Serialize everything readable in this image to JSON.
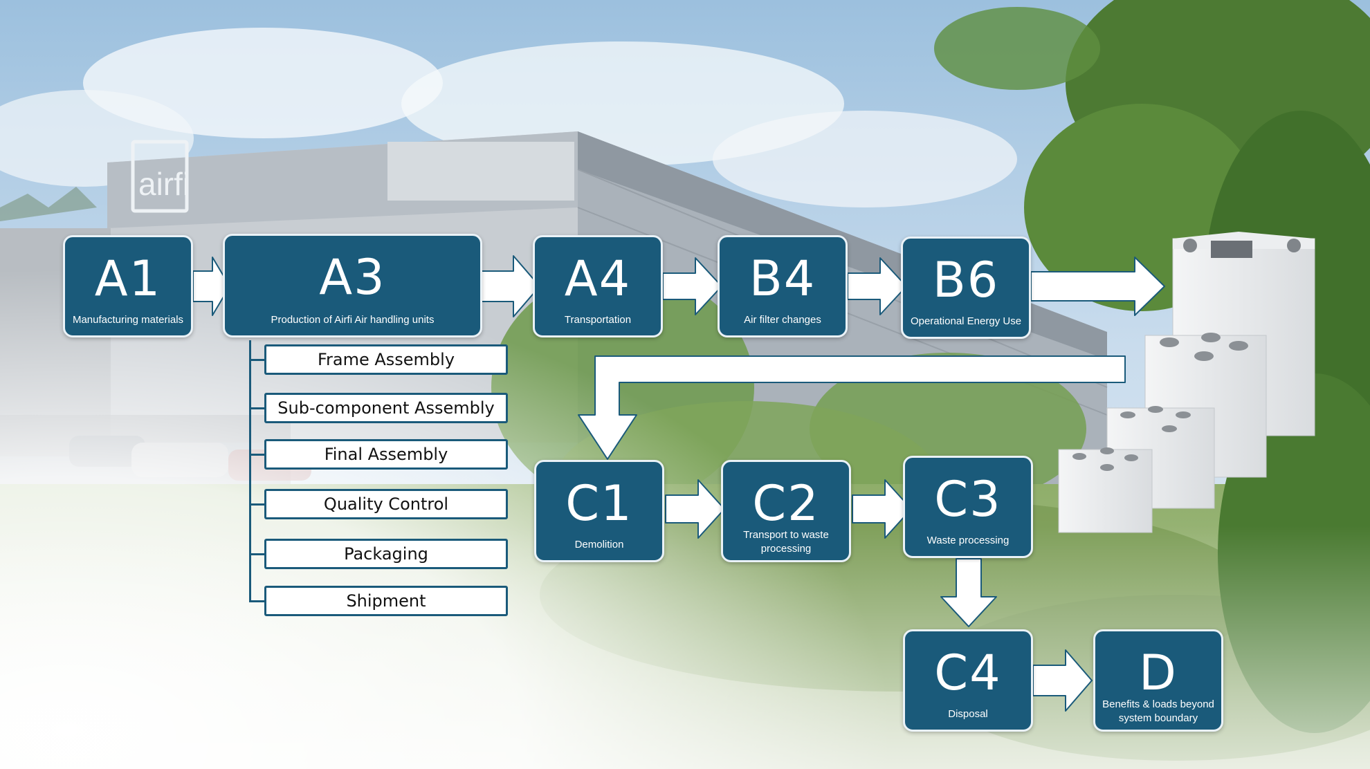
{
  "logo": {
    "text": "airfi"
  },
  "stages": {
    "a1": {
      "code": "A1",
      "desc": "Manufacturing materials"
    },
    "a3": {
      "code": "A3",
      "desc": "Production of Airfi Air handling units"
    },
    "a4": {
      "code": "A4",
      "desc": "Transportation"
    },
    "b4": {
      "code": "B4",
      "desc": "Air filter changes"
    },
    "b6": {
      "code": "B6",
      "desc": "Operational Energy Use"
    },
    "c1": {
      "code": "C1",
      "desc": "Demolition"
    },
    "c2": {
      "code": "C2",
      "desc": "Transport to waste processing"
    },
    "c3": {
      "code": "C3",
      "desc": "Waste processing"
    },
    "c4": {
      "code": "C4",
      "desc": "Disposal"
    },
    "d": {
      "code": "D",
      "desc": "Benefits & loads beyond system boundary"
    }
  },
  "production_steps": [
    "Frame Assembly",
    "Sub-component Assembly",
    "Final Assembly",
    "Quality Control",
    "Packaging",
    "Shipment"
  ],
  "colors": {
    "stage_fill": "#1a5a7a",
    "stage_border": "#eaf2f7",
    "arrow_fill": "#ffffff",
    "arrow_stroke": "#1a5a7a"
  }
}
